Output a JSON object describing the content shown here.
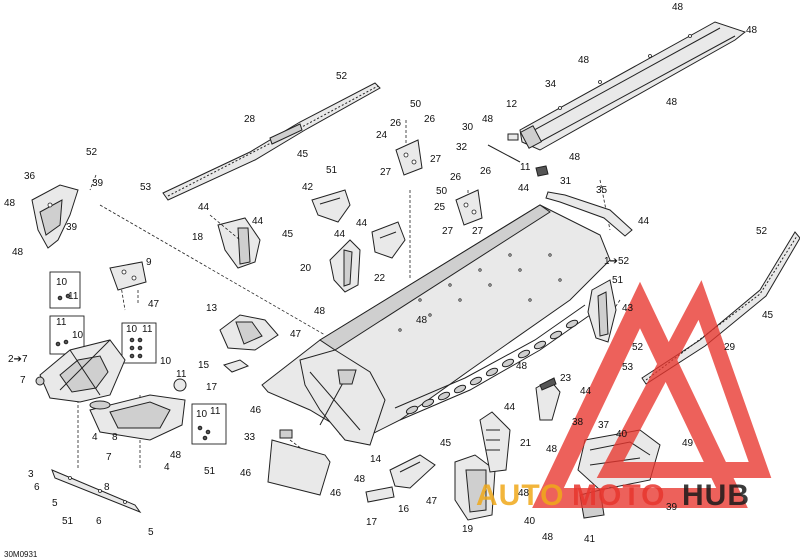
{
  "diagram": {
    "reference_code": "30M0931",
    "callouts": [
      {
        "id": "c48a",
        "text": "48"
      },
      {
        "id": "c48b",
        "text": "48"
      },
      {
        "id": "c48c",
        "text": "48"
      },
      {
        "id": "c48d",
        "text": "48"
      },
      {
        "id": "c34",
        "text": "34"
      },
      {
        "id": "c52a",
        "text": "52"
      },
      {
        "id": "c28",
        "text": "28"
      },
      {
        "id": "c45a",
        "text": "45"
      },
      {
        "id": "c50a",
        "text": "50"
      },
      {
        "id": "c26a",
        "text": "26"
      },
      {
        "id": "c26b",
        "text": "26"
      },
      {
        "id": "c24",
        "text": "24"
      },
      {
        "id": "c27a",
        "text": "27"
      },
      {
        "id": "c27b",
        "text": "27"
      },
      {
        "id": "c12",
        "text": "12"
      },
      {
        "id": "c48e",
        "text": "48"
      },
      {
        "id": "c30",
        "text": "30"
      },
      {
        "id": "c32",
        "text": "32"
      },
      {
        "id": "c11a",
        "text": "11"
      },
      {
        "id": "c48f",
        "text": "48"
      },
      {
        "id": "c31",
        "text": "31"
      },
      {
        "id": "c52b",
        "text": "52"
      },
      {
        "id": "c53a",
        "text": "53"
      },
      {
        "id": "c51a",
        "text": "51"
      },
      {
        "id": "c36",
        "text": "36"
      },
      {
        "id": "c39a",
        "text": "39"
      },
      {
        "id": "c48g",
        "text": "48"
      },
      {
        "id": "c39b",
        "text": "39"
      },
      {
        "id": "c48h",
        "text": "48"
      },
      {
        "id": "c42",
        "text": "42"
      },
      {
        "id": "c26c",
        "text": "26"
      },
      {
        "id": "c26d",
        "text": "26"
      },
      {
        "id": "c50b",
        "text": "50"
      },
      {
        "id": "c25",
        "text": "25"
      },
      {
        "id": "c44a",
        "text": "44"
      },
      {
        "id": "c35",
        "text": "35"
      },
      {
        "id": "c44b",
        "text": "44"
      },
      {
        "id": "c44c",
        "text": "44"
      },
      {
        "id": "c44d",
        "text": "44"
      },
      {
        "id": "c18",
        "text": "18"
      },
      {
        "id": "c45b",
        "text": "45"
      },
      {
        "id": "c44e",
        "text": "44"
      },
      {
        "id": "c44f",
        "text": "44"
      },
      {
        "id": "c27c",
        "text": "27"
      },
      {
        "id": "c27d",
        "text": "27"
      },
      {
        "id": "c52c",
        "text": "52"
      },
      {
        "id": "c9",
        "text": "9"
      },
      {
        "id": "c10a",
        "text": "10"
      },
      {
        "id": "c11b",
        "text": "11"
      },
      {
        "id": "c47a",
        "text": "47"
      },
      {
        "id": "c20",
        "text": "20"
      },
      {
        "id": "c22",
        "text": "22"
      },
      {
        "id": "c1to52",
        "text": "1➔52"
      },
      {
        "id": "c51b",
        "text": "51"
      },
      {
        "id": "c45c",
        "text": "45"
      },
      {
        "id": "c48i",
        "text": "48"
      },
      {
        "id": "c43",
        "text": "43"
      },
      {
        "id": "c13",
        "text": "13"
      },
      {
        "id": "c47b",
        "text": "47"
      },
      {
        "id": "c48j",
        "text": "48"
      },
      {
        "id": "c11c",
        "text": "11"
      },
      {
        "id": "c10b",
        "text": "10"
      },
      {
        "id": "c10c",
        "text": "10"
      },
      {
        "id": "c11d",
        "text": "11"
      },
      {
        "id": "c2to7",
        "text": "2➔7"
      },
      {
        "id": "c15",
        "text": "15"
      },
      {
        "id": "c10d",
        "text": "10"
      },
      {
        "id": "c11e",
        "text": "11"
      },
      {
        "id": "c17a",
        "text": "17"
      },
      {
        "id": "c7a",
        "text": "7"
      },
      {
        "id": "c29",
        "text": "29"
      },
      {
        "id": "c52d",
        "text": "52"
      },
      {
        "id": "c53b",
        "text": "53"
      },
      {
        "id": "c23",
        "text": "23"
      },
      {
        "id": "c48k",
        "text": "48"
      },
      {
        "id": "c44g",
        "text": "44"
      },
      {
        "id": "c44h",
        "text": "44"
      },
      {
        "id": "c46a",
        "text": "46"
      },
      {
        "id": "c33",
        "text": "33"
      },
      {
        "id": "c10e",
        "text": "10"
      },
      {
        "id": "c11f",
        "text": "11"
      },
      {
        "id": "c4a",
        "text": "4"
      },
      {
        "id": "c8a",
        "text": "8"
      },
      {
        "id": "c48l",
        "text": "48"
      },
      {
        "id": "c7b",
        "text": "7"
      },
      {
        "id": "c4b",
        "text": "4"
      },
      {
        "id": "c51c",
        "text": "51"
      },
      {
        "id": "c46b",
        "text": "46"
      },
      {
        "id": "c46c",
        "text": "46"
      },
      {
        "id": "c38",
        "text": "38"
      },
      {
        "id": "c37",
        "text": "37"
      },
      {
        "id": "c40a",
        "text": "40"
      },
      {
        "id": "c49",
        "text": "49"
      },
      {
        "id": "c45d",
        "text": "45"
      },
      {
        "id": "c21",
        "text": "21"
      },
      {
        "id": "c14",
        "text": "14"
      },
      {
        "id": "c48m",
        "text": "48"
      },
      {
        "id": "c48n",
        "text": "48"
      },
      {
        "id": "c3",
        "text": "3"
      },
      {
        "id": "c6a",
        "text": "6"
      },
      {
        "id": "c8b",
        "text": "8"
      },
      {
        "id": "c5a",
        "text": "5"
      },
      {
        "id": "c51d",
        "text": "51"
      },
      {
        "id": "c6b",
        "text": "6"
      },
      {
        "id": "c5b",
        "text": "5"
      },
      {
        "id": "c16",
        "text": "16"
      },
      {
        "id": "c47c",
        "text": "47"
      },
      {
        "id": "c17b",
        "text": "17"
      },
      {
        "id": "c19",
        "text": "19"
      },
      {
        "id": "c48o",
        "text": "48"
      },
      {
        "id": "c40b",
        "text": "40"
      },
      {
        "id": "c48p",
        "text": "48"
      },
      {
        "id": "c41",
        "text": "41"
      },
      {
        "id": "c39c",
        "text": "39"
      }
    ]
  },
  "watermark": {
    "brand_left": "AUTO",
    "brand_mid": "MOTO",
    "brand_right": "HUB",
    "color_primary": "#e8362e",
    "color_secondary": "#f0a91a",
    "color_dark": "#1a1a1a"
  }
}
